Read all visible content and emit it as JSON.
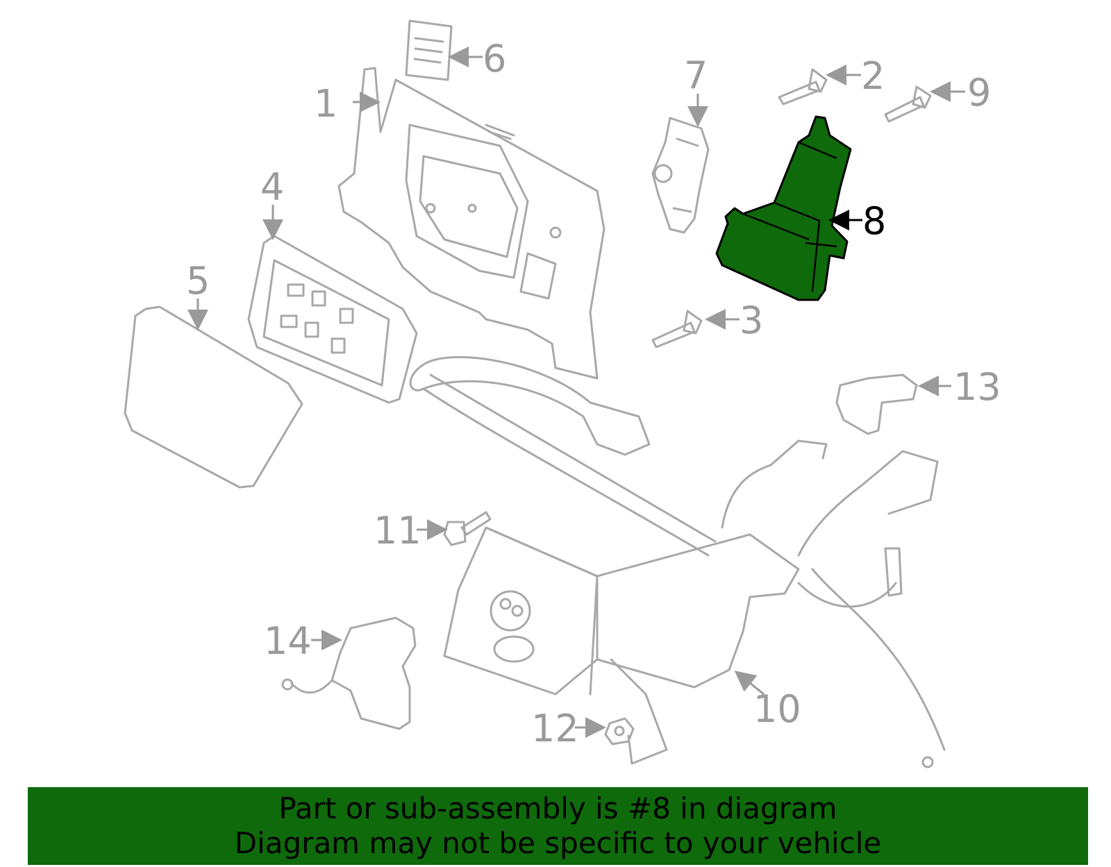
{
  "callouts": {
    "c1": "1",
    "c2": "2",
    "c3": "3",
    "c4": "4",
    "c5": "5",
    "c6": "6",
    "c7": "7",
    "c8": "8",
    "c9": "9",
    "c10": "10",
    "c11": "11",
    "c12": "12",
    "c13": "13",
    "c14": "14"
  },
  "highlight": {
    "part": "8",
    "color": "#0f6a0b"
  },
  "banner": {
    "line1": "Part or sub-assembly is #8 in diagram",
    "line2": "Diagram may not be specific to your vehicle"
  }
}
